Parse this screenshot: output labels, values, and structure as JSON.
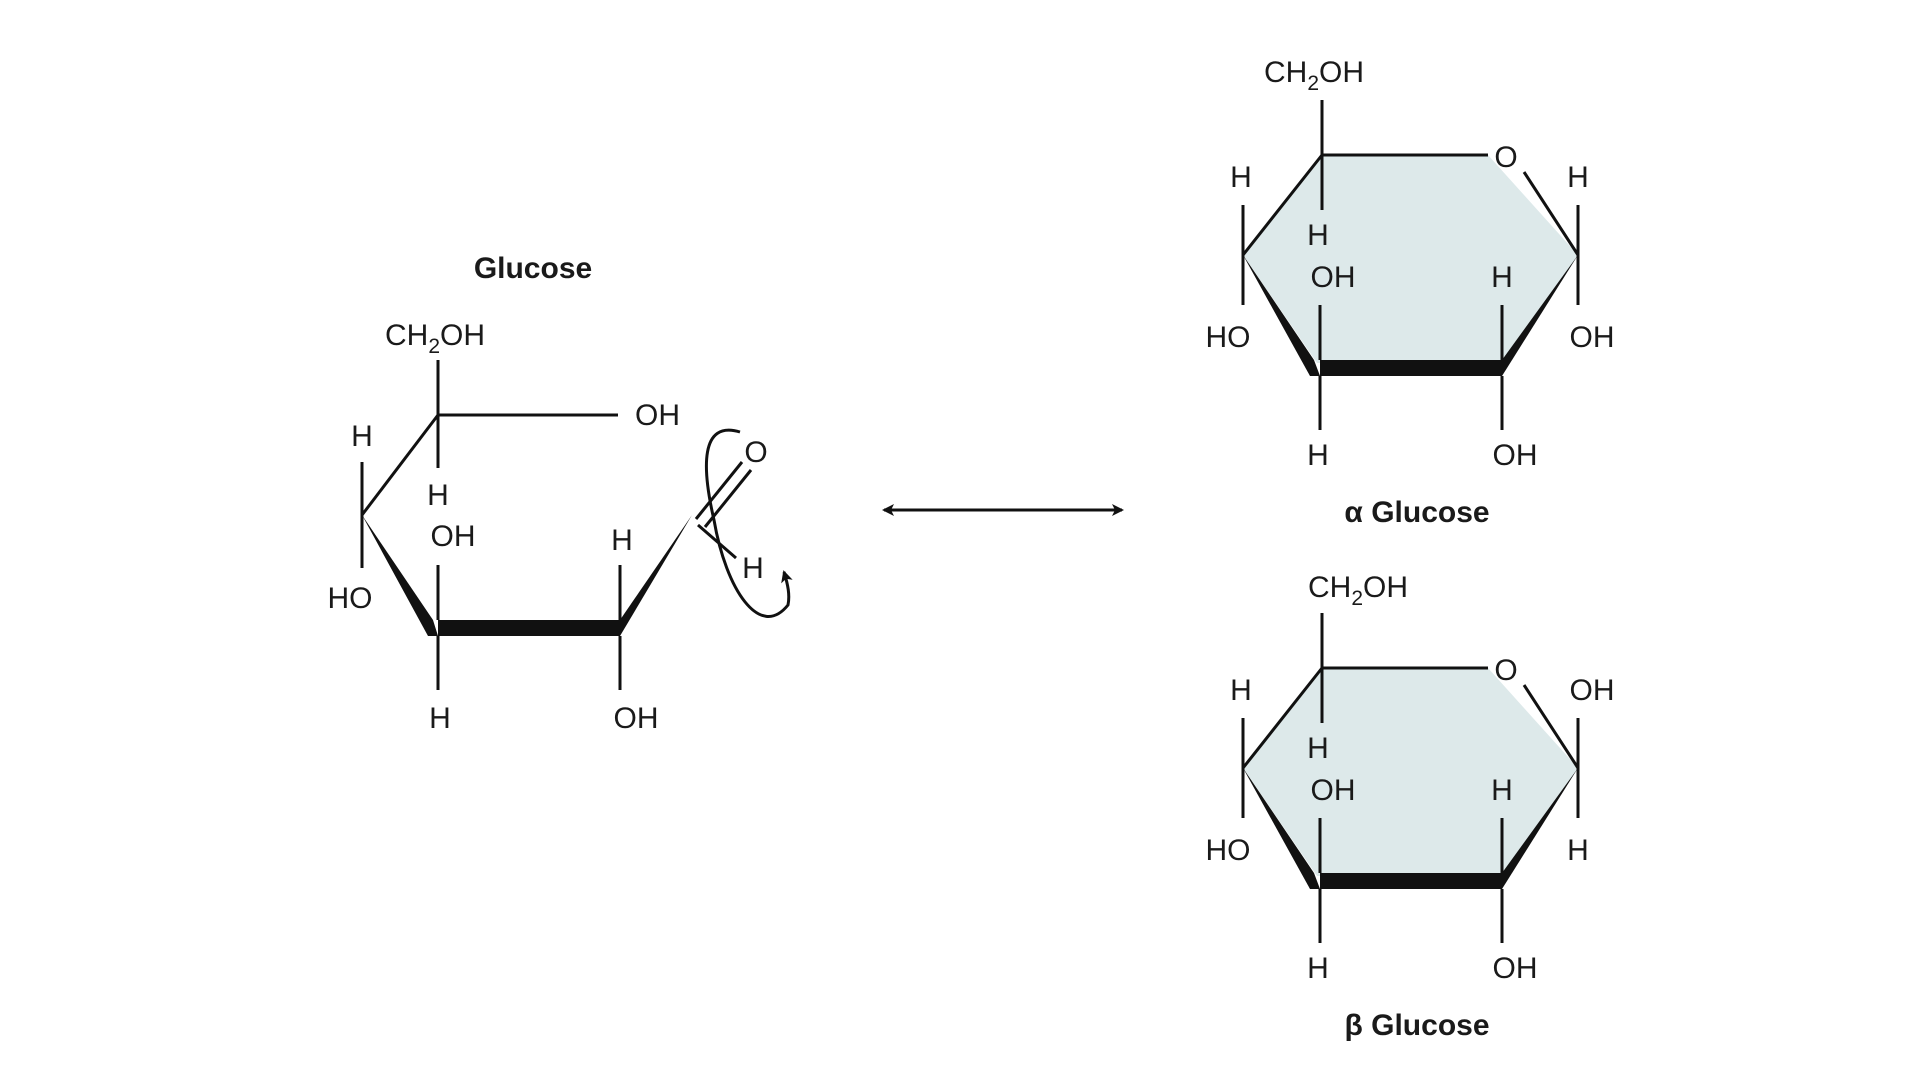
{
  "colors": {
    "background": "#ffffff",
    "ink": "#111111",
    "ring_fill": "#dde9ea"
  },
  "open_chain": {
    "title": "Glucose",
    "ch2": "CH",
    "ch2_sub": "2",
    "ch2_oh": "OH",
    "h_c5_left": "H",
    "h_c5_down": "H",
    "oh_ring": "OH",
    "oh_c3_up": "OH",
    "ho_c4": "HO",
    "h_c2_up": "H",
    "h_c3_down": "H",
    "oh_c2_down": "OH",
    "o_carbonyl": "O",
    "h_aldehyde": "H"
  },
  "equilibrium_arrow": "double-headed-arrow",
  "alpha": {
    "title_symbol": "α",
    "title_text": "Glucose",
    "ch2": "CH",
    "ch2_sub": "2",
    "ch2_oh": "OH",
    "o_ring": "O",
    "h_c5_left": "H",
    "h_c5_down": "H",
    "h_c1_up": "H",
    "oh_c3_up": "OH",
    "h_c2_up": "H",
    "ho_c4": "HO",
    "oh_c1_down": "OH",
    "h_c3_down": "H",
    "oh_c2_down": "OH"
  },
  "beta": {
    "title_symbol": "β",
    "title_text": "Glucose",
    "ch2": "CH",
    "ch2_sub": "2",
    "ch2_oh": "OH",
    "o_ring": "O",
    "h_c5_left": "H",
    "h_c5_down": "H",
    "oh_c1_up": "OH",
    "oh_c3_up": "OH",
    "h_c2_up": "H",
    "ho_c4": "HO",
    "h_c1_down": "H",
    "h_c3_down": "H",
    "oh_c2_down": "OH"
  }
}
